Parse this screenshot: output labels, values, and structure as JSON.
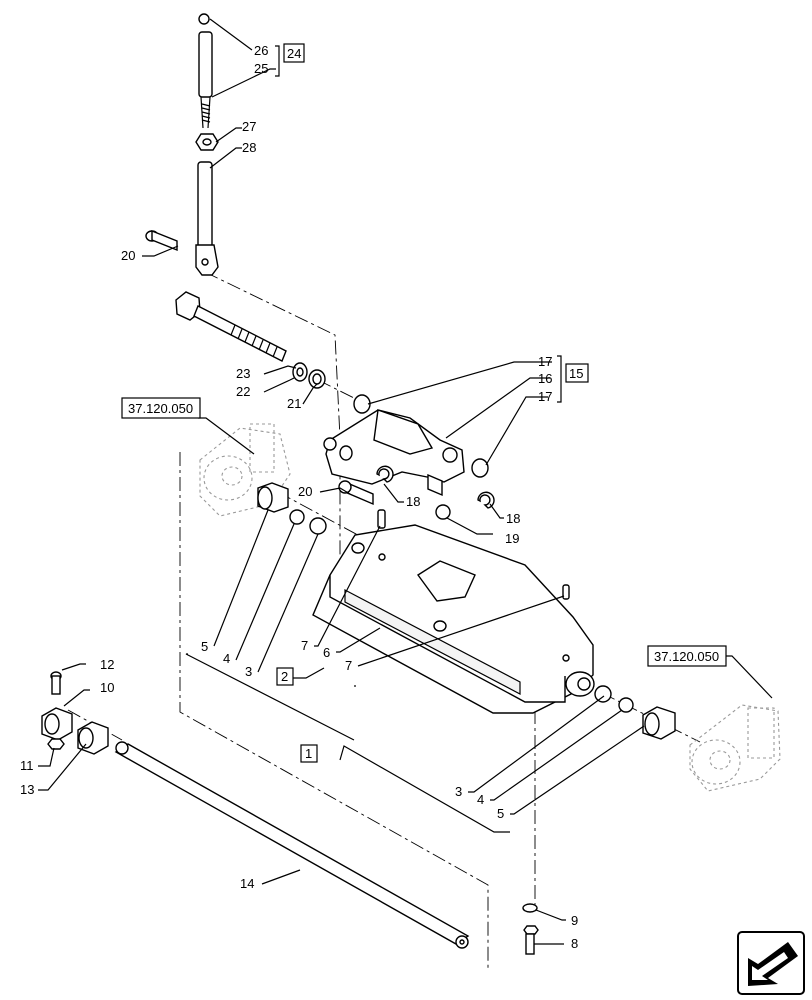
{
  "callouts": {
    "c26": "26",
    "c25": "25",
    "c24": "24",
    "c27": "27",
    "c28": "28",
    "c20a": "20",
    "c23": "23",
    "c22": "22",
    "c21": "21",
    "c17a": "17",
    "c16": "16",
    "c15": "15",
    "c17b": "17",
    "c20b": "20",
    "c18a": "18",
    "c18b": "18",
    "c19": "19",
    "c5a": "5",
    "c4a": "4",
    "c3a": "3",
    "c7a": "7",
    "c6": "6",
    "c7b": "7",
    "c2": "2",
    "c12": "12",
    "c10": "10",
    "c11": "11",
    "c13": "13",
    "c1": "1",
    "c14": "14",
    "c3b": "3",
    "c4b": "4",
    "c5b": "5",
    "c9": "9",
    "c8": "8"
  },
  "references": {
    "left": "37.120.050",
    "right": "37.120.050"
  },
  "nav": {
    "icon": "arrow-nav-icon"
  }
}
